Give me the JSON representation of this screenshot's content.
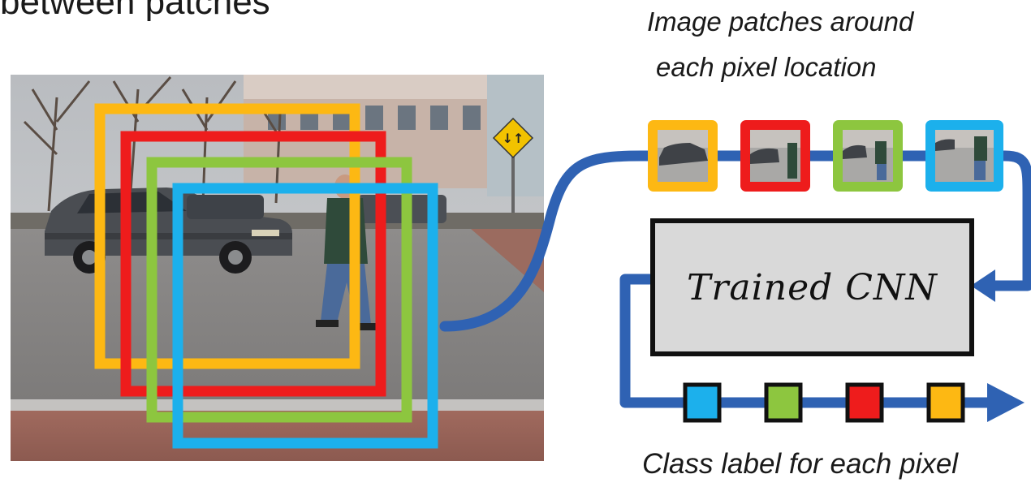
{
  "slide": {
    "title": "between patches"
  },
  "captions": {
    "patches_line_1": "Image patches around",
    "patches_line_2": "each pixel location",
    "output": "Class label for each pixel"
  },
  "cnn_box": {
    "label": "Trained CNN"
  },
  "patch_colors": [
    "#FDB813",
    "#EE1C1C",
    "#8DC63F",
    "#1CB0EC"
  ],
  "output_label_colors": [
    "#1CB0EC",
    "#8DC63F",
    "#EE1C1C",
    "#FDB813"
  ],
  "flow_color": "#2F62B3"
}
